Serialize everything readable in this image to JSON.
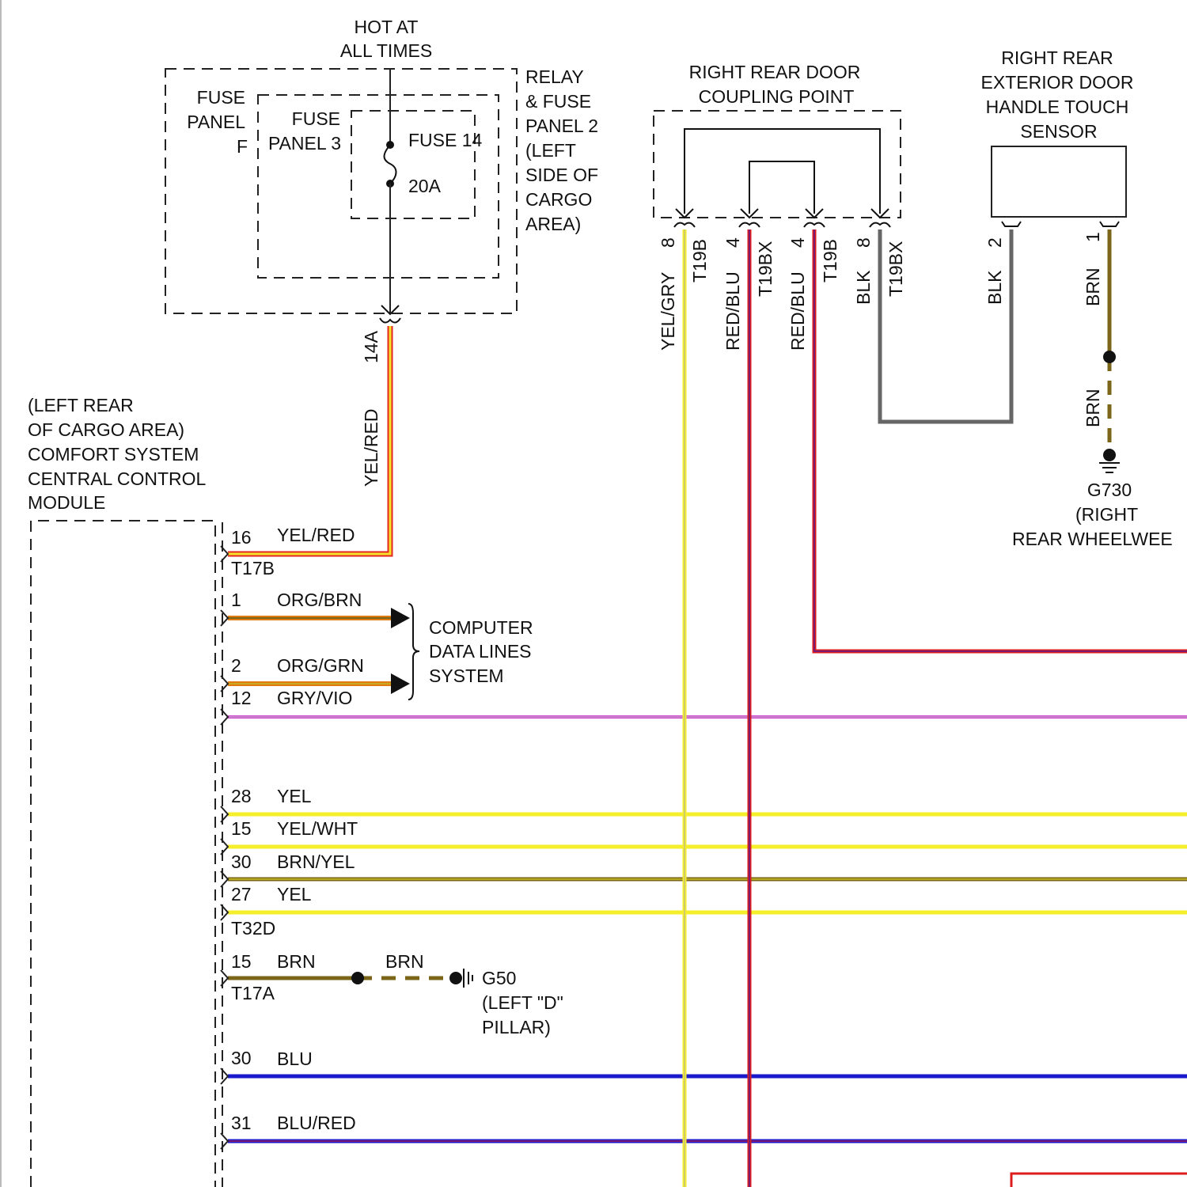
{
  "colors": {
    "yellow": "#f5ee2a",
    "yel_red_a": "#f5e22a",
    "yel_red_b": "#e3261f",
    "orange": "#e07b14",
    "brown": "#7a6518",
    "green": "#c7a81f",
    "gray": "#666666",
    "violet": "#cc44cc",
    "red": "#dd1c1c",
    "blue": "#1a1acc",
    "blu_red": "#cc2040"
  },
  "power": {
    "hot_line1": "HOT AT",
    "hot_line2": "ALL TIMES"
  },
  "fuse_panel_f": {
    "line1": "FUSE",
    "line2": "PANEL",
    "line3": "F"
  },
  "fuse_panel_3": {
    "line1": "FUSE",
    "line2": "PANEL 3"
  },
  "fuse": {
    "name": "FUSE 14",
    "rating": "20A"
  },
  "relay_panel": {
    "lines": [
      "RELAY",
      "& FUSE",
      "PANEL 2",
      "(LEFT",
      "SIDE OF",
      "CARGO",
      "AREA)"
    ]
  },
  "feed_wire": {
    "circuit": "14A",
    "color": "YEL/RED"
  },
  "module": {
    "lines": [
      "(LEFT REAR",
      "OF CARGO AREA)",
      "COMFORT SYSTEM",
      "CENTRAL CONTROL",
      "MODULE"
    ]
  },
  "module_pins": [
    {
      "pin": "16",
      "color": "YEL/RED"
    },
    {
      "pin": "1",
      "color": "ORG/BRN"
    },
    {
      "pin": "2",
      "color": "ORG/GRN"
    },
    {
      "pin": "12",
      "color": "GRY/VIO"
    },
    {
      "pin": "28",
      "color": "YEL"
    },
    {
      "pin": "15",
      "color": "YEL/WHT"
    },
    {
      "pin": "30",
      "color": "BRN/YEL"
    },
    {
      "pin": "27",
      "color": "YEL"
    },
    {
      "pin": "15",
      "color": "BRN"
    },
    {
      "pin": "30",
      "color": "BLU"
    },
    {
      "pin": "31",
      "color": "BLU/RED"
    }
  ],
  "connectors": {
    "t17b": "T17B",
    "t32d": "T32D",
    "t17a": "T17A"
  },
  "data_lines": {
    "lines": [
      "COMPUTER",
      "DATA LINES",
      "SYSTEM"
    ]
  },
  "ground_g50": {
    "wire": "BRN",
    "name": "G50",
    "line2": "(LEFT \"D\"",
    "line3": "PILLAR)"
  },
  "coupling_point": {
    "line1": "RIGHT REAR DOOR",
    "line2": "COUPLING POINT",
    "pins": [
      {
        "color": "YEL/GRY",
        "pin": "8",
        "conn": "T19B"
      },
      {
        "color": "RED/BLU",
        "pin": "4",
        "conn": "T19BX"
      },
      {
        "color": "RED/BLU",
        "pin": "4",
        "conn": "T19B"
      },
      {
        "color": "BLK",
        "pin": "8",
        "conn": "T19BX"
      }
    ]
  },
  "sensor": {
    "lines": [
      "RIGHT REAR",
      "EXTERIOR DOOR",
      "HANDLE TOUCH",
      "SENSOR"
    ],
    "pins": [
      {
        "color": "BLK",
        "pin": "2"
      },
      {
        "color": "BRN",
        "pin": "1"
      }
    ]
  },
  "ground_g730": {
    "wire": "BRN",
    "name": "G730",
    "line2": "(RIGHT",
    "line3": "REAR WHEELWEE"
  }
}
